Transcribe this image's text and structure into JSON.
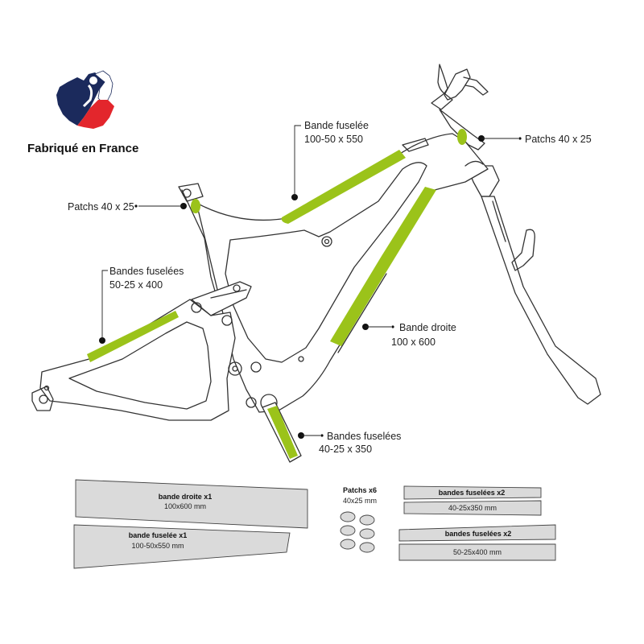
{
  "brand": {
    "made_in": "Fabriqué en France",
    "colors": {
      "blue": "#1b2a5c",
      "white": "#ffffff",
      "red": "#e3262c"
    }
  },
  "accent_color": "#9bc31a",
  "callouts": {
    "top_tube": {
      "line1": "Bande fuselée",
      "line2": "100-50 x 550"
    },
    "head_patch": {
      "line1": "Patchs 40 x 25"
    },
    "seat_patch": {
      "line1": "Patchs 40 x 25"
    },
    "chainstay": {
      "line1": "Bandes fuselées",
      "line2": "50-25 x 400"
    },
    "down_tube": {
      "line1": "Bande droite",
      "line2": "100 x 600"
    },
    "crank": {
      "line1": "Bandes fuselées",
      "line2": "40-25 x 350"
    }
  },
  "kit": {
    "strip_straight": {
      "title": "bande droite x1",
      "size": "100x600 mm"
    },
    "strip_tapered": {
      "title": "bande fuselée x1",
      "size": "100-50x550 mm"
    },
    "patches": {
      "title": "Patchs x6",
      "size": "40x25 mm",
      "count": 6
    },
    "strips_40": {
      "title": "bandes fuselées x2",
      "size": "40-25x350 mm"
    },
    "strips_50": {
      "title": "bandes fuselées x2",
      "size": "50-25x400 mm"
    }
  }
}
